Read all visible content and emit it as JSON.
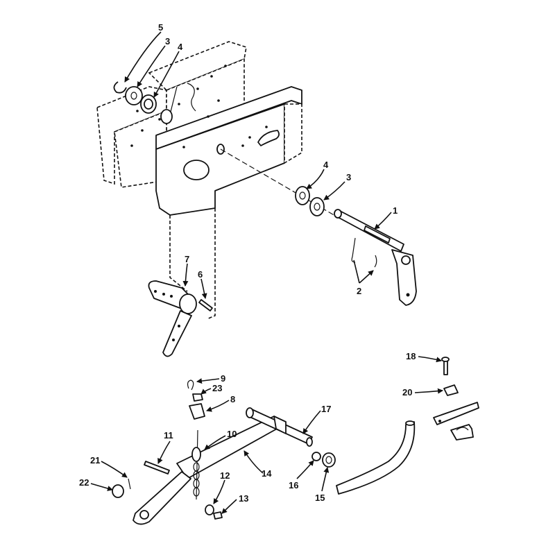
{
  "callouts": {
    "c1": "1",
    "c2": "2",
    "c3a": "3",
    "c3b": "3",
    "c4a": "4",
    "c4b": "4",
    "c5": "5",
    "c6": "6",
    "c7": "7",
    "c8": "8",
    "c9": "9",
    "c10": "10",
    "c11": "11",
    "c12": "12",
    "c13": "13",
    "c14": "14",
    "c15": "15",
    "c16": "16",
    "c17": "17",
    "c18": "18",
    "c20": "20",
    "c21": "21",
    "c22": "22",
    "c23": "23"
  },
  "colors": {
    "line": "#111111",
    "paper": "#ffffff",
    "shade": "#d9d9d9"
  }
}
